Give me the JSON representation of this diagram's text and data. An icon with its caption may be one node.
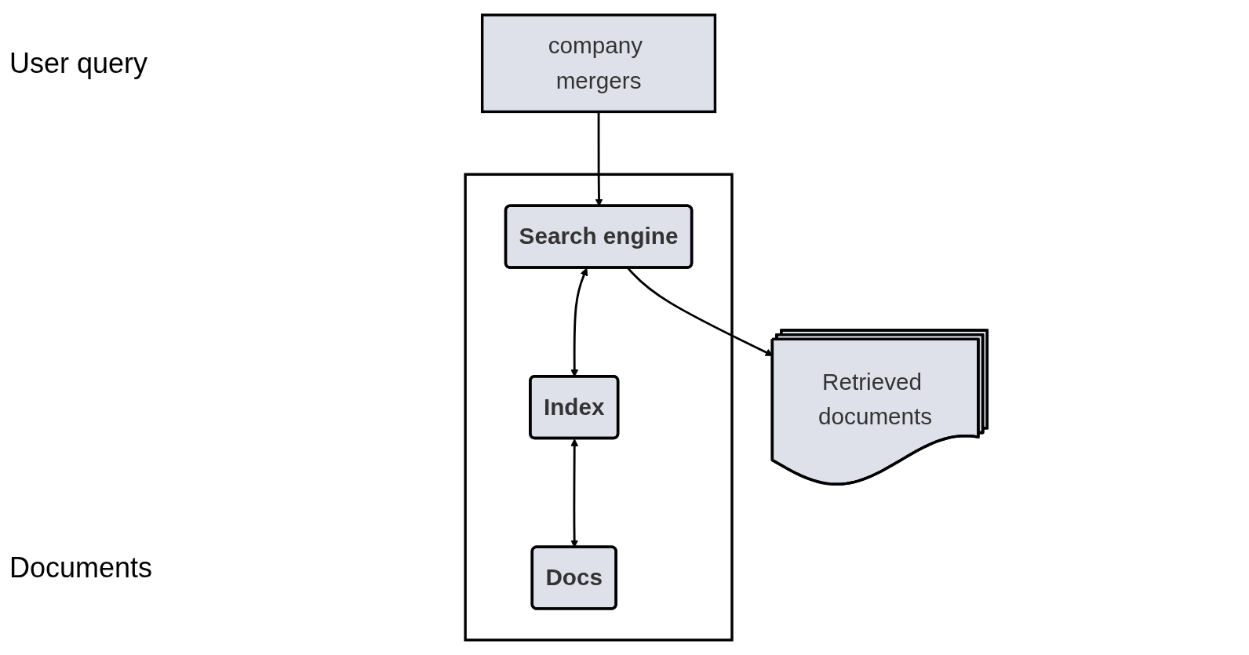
{
  "diagram": {
    "nodes": [
      {
        "text": [
          "company mergers"
        ]
      },
      {
        "text": [],
        "shape": "box"
      },
      {
        "text": [
          "Search engine"
        ],
        "in": 1
      },
      {
        "text": [
          "Index"
        ],
        "in": 1
      },
      {
        "text": [
          "Docs"
        ],
        "in": 1
      },
      {
        "text": [
          "Retrieved documents"
        ]
      }
    ],
    "edges": [
      {
        "from": 0,
        "to": 2,
        "arrow": "to"
      },
      {
        "from": 2,
        "to": 3,
        "arrow": "both"
      },
      {
        "from": 3,
        "to": 4,
        "arrow": "both"
      },
      {
        "from": 2,
        "to": 5,
        "arrow": "to"
      }
    ],
    "labels": [
      "User query",
      "Documents"
    ]
  }
}
